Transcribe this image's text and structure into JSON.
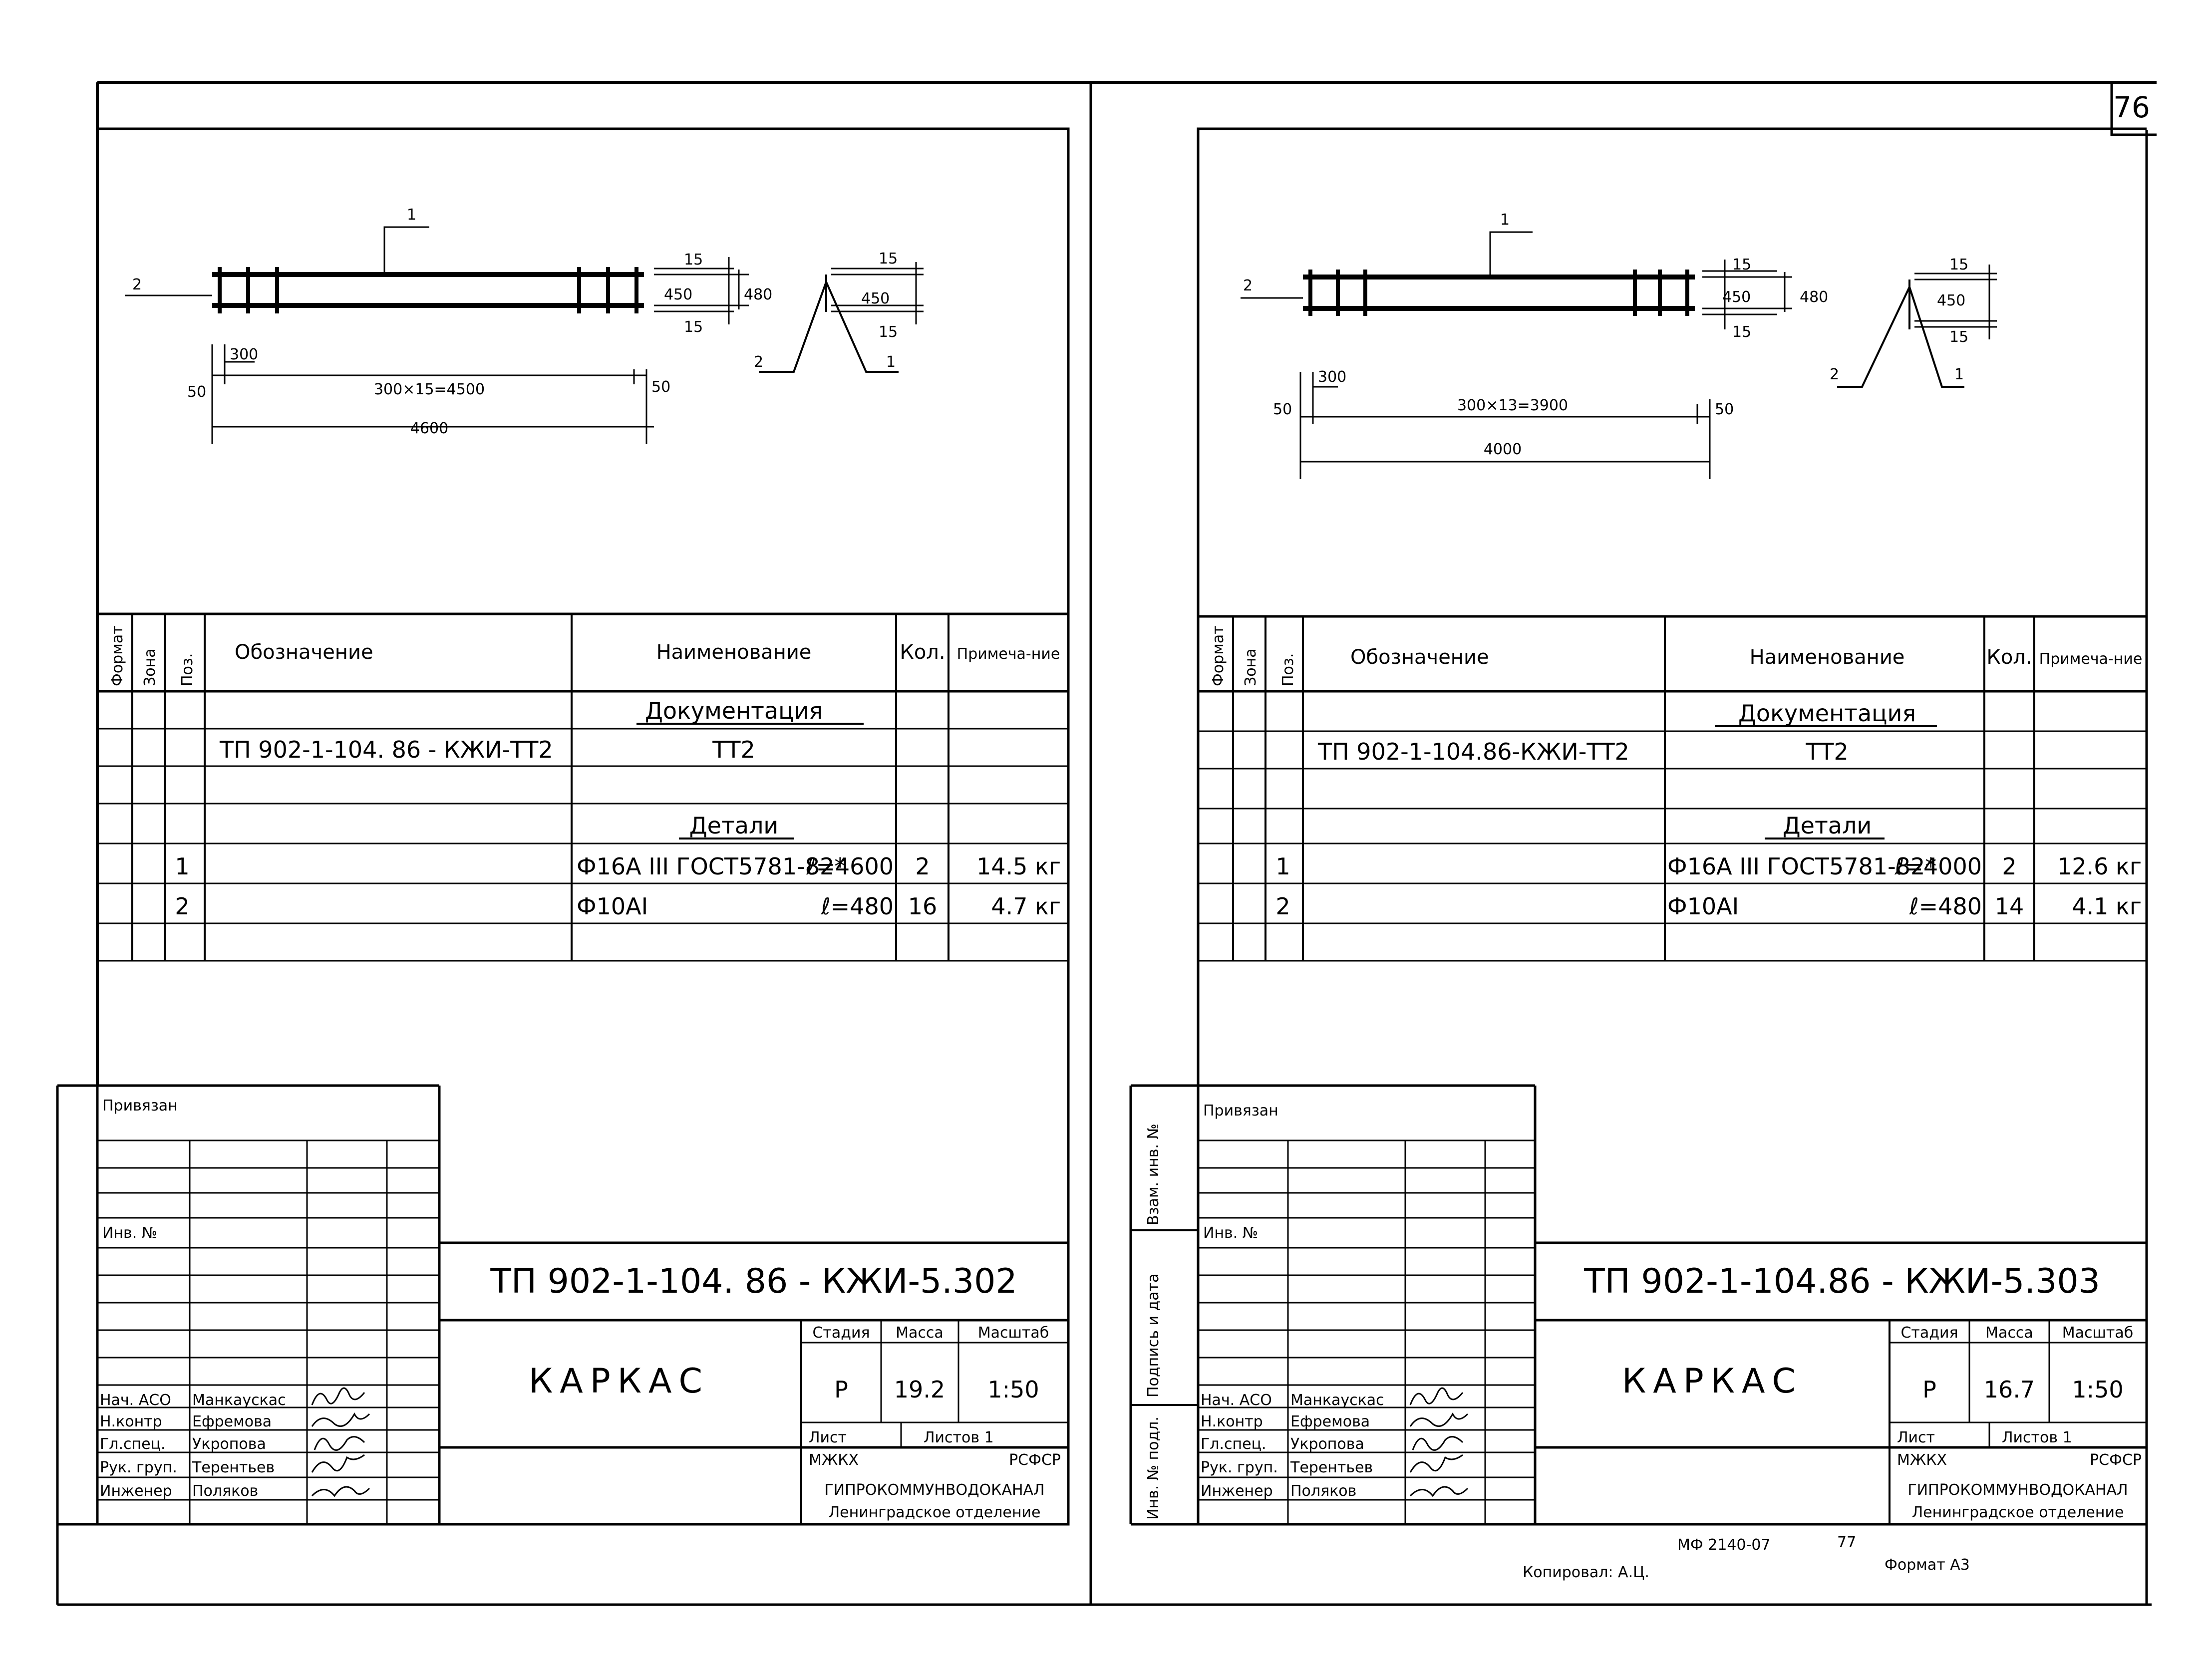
{
  "page_number": "76",
  "sheets": [
    {
      "id": "left",
      "drawing": {
        "pos1_label": "1",
        "pos2_label": "2",
        "leader1_label": "1",
        "leader2_label": "2",
        "dim_15_a": "15",
        "dim_450": "450",
        "dim_15_b": "15",
        "dim_480": "480",
        "dim_section_15_a": "15",
        "dim_section_450": "450",
        "dim_section_15_b": "15",
        "dim_300": "300",
        "dim_50_left": "50",
        "dim_50_right": "50",
        "dim_spacing": "300×15=4500",
        "dim_total": "4600"
      },
      "spec": {
        "headers": {
          "format": "Формат",
          "zone": "Зона",
          "pos": "Поз.",
          "designation": "Обозначение",
          "name": "Наименование",
          "qty": "Кол.",
          "note": "Примеча-ние"
        },
        "section_docs": "Документация",
        "doc_designation": "ТП 902-1-104. 86 - КЖИ-ТТ2",
        "doc_name": "ТТ2",
        "section_details": "Детали",
        "rows": [
          {
            "pos": "1",
            "name": "Ф16А III ГОСТ5781-82*",
            "length": "ℓ=4600",
            "qty": "2",
            "note": "14.5 кг"
          },
          {
            "pos": "2",
            "name": "Ф10АI",
            "length": "ℓ=480",
            "qty": "16",
            "note": "4.7 кг"
          }
        ]
      },
      "stamp": {
        "bound": "Привязан",
        "inv_no": "Инв. №",
        "code": "ТП 902-1-104. 86 - КЖИ-5.302",
        "title": "КАРКАС",
        "stage_label": "Стадия",
        "mass_label": "Масса",
        "scale_label": "Масштаб",
        "stage": "Р",
        "mass": "19.2",
        "scale": "1:50",
        "sheet_label": "Лист",
        "sheets_label": "Листов 1",
        "ministry": "МЖКХ",
        "republic": "РСФСР",
        "org": "ГИПРОКОММУНВОДОКАНАЛ",
        "dept": "Ленинградское отделение",
        "roles": [
          {
            "role": "Нач. АСО",
            "name": "Манкаускас"
          },
          {
            "role": "Н.контр",
            "name": "Ефремова"
          },
          {
            "role": "Гл.спец.",
            "name": "Укропова"
          },
          {
            "role": "Рук. груп.",
            "name": "Терентьев"
          },
          {
            "role": "Инженер",
            "name": "Поляков"
          }
        ]
      }
    },
    {
      "id": "right",
      "drawing": {
        "pos1_label": "1",
        "pos2_label": "2",
        "leader1_label": "1",
        "leader2_label": "2",
        "dim_15_a": "15",
        "dim_450": "450",
        "dim_15_b": "15",
        "dim_480": "480",
        "dim_section_15_a": "15",
        "dim_section_450": "450",
        "dim_section_15_b": "15",
        "dim_300": "300",
        "dim_50_left": "50",
        "dim_50_right": "50",
        "dim_spacing": "300×13=3900",
        "dim_total": "4000"
      },
      "spec": {
        "headers": {
          "format": "Формат",
          "zone": "Зона",
          "pos": "Поз.",
          "designation": "Обозначение",
          "name": "Наименование",
          "qty": "Кол.",
          "note": "Примеча-ние"
        },
        "section_docs": "Документация",
        "doc_designation": "ТП 902-1-104.86-КЖИ-ТТ2",
        "doc_name": "ТТ2",
        "section_details": "Детали",
        "rows": [
          {
            "pos": "1",
            "name": "Ф16А III ГОСТ5781-82*",
            "length": "ℓ=4000",
            "qty": "2",
            "note": "12.6 кг"
          },
          {
            "pos": "2",
            "name": "Ф10АI",
            "length": "ℓ=480",
            "qty": "14",
            "note": "4.1 кг"
          }
        ]
      },
      "stamp": {
        "bound": "Привязан",
        "inv_no": "Инв. №",
        "side_labels": [
          "Взам. инв. №",
          "Подпись и дата",
          "Инв. № подл."
        ],
        "code": "ТП 902-1-104.86 - КЖИ-5.303",
        "title": "КАРКАС",
        "stage_label": "Стадия",
        "mass_label": "Масса",
        "scale_label": "Масштаб",
        "stage": "Р",
        "mass": "16.7",
        "scale": "1:50",
        "sheet_label": "Лист",
        "sheets_label": "Листов 1",
        "ministry": "МЖКХ",
        "republic": "РСФСР",
        "org": "ГИПРОКОММУНВОДОКАНАЛ",
        "dept": "Ленинградское отделение",
        "roles": [
          {
            "role": "Нач. АСО",
            "name": "Манкаускас"
          },
          {
            "role": "Н.контр",
            "name": "Ефремова"
          },
          {
            "role": "Гл.спец.",
            "name": "Укропова"
          },
          {
            "role": "Рук. груп.",
            "name": "Терентьев"
          },
          {
            "role": "Инженер",
            "name": "Поляков"
          }
        ]
      }
    }
  ],
  "footer": {
    "archive_no": "МФ 2140-07",
    "page_ref": "77",
    "copied_by": "Копировал: А.Ц.",
    "format": "Формат А3"
  }
}
